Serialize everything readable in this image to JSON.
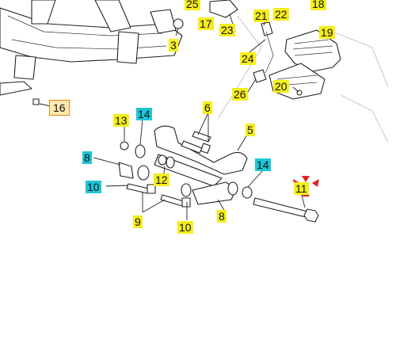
{
  "colors": {
    "highlight_yellow": "#f6ee1c",
    "highlight_cyan": "#1bc7d6",
    "highlight_box": "#ffe9b3",
    "box_border": "#e08a00",
    "marker_red": "#e02020"
  },
  "callouts": {
    "c25": "25",
    "c18": "18",
    "c21": "21",
    "c22": "22",
    "c17": "17",
    "c23": "23",
    "c19": "19",
    "c3": "3",
    "c24": "24",
    "c26": "26",
    "c20": "20",
    "c16": "16",
    "c13": "13",
    "c14a": "14",
    "c6": "6",
    "c5": "5",
    "c8a": "8",
    "c10a": "10",
    "c12": "12",
    "c14b": "14",
    "c11": "11",
    "c9": "9",
    "c8b": "8",
    "c10b": "10"
  },
  "markers": {
    "selected_part_marker": "arrow-cross-icon"
  }
}
